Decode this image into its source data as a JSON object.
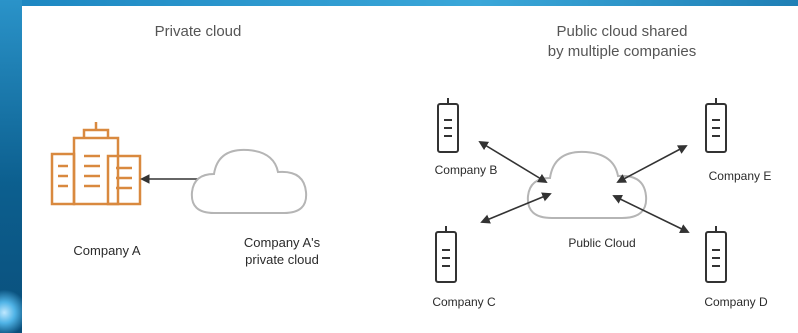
{
  "diagram": {
    "private_title": "Private cloud",
    "public_title": "Public cloud shared\nby multiple companies",
    "company_a": "Company A",
    "company_a_cloud": "Company A's\nprivate cloud",
    "company_b": "Company B",
    "company_c": "Company C",
    "company_d": "Company D",
    "company_e": "Company E",
    "public_cloud": "Public Cloud"
  },
  "colors": {
    "company_a_orange": "#d9893f",
    "icon_gray": "#333333",
    "cloud_stroke": "#b5b5b5",
    "frame_blue": "#0f5f8f"
  },
  "icons": [
    "buildings-icon",
    "building-icon",
    "cloud-icon",
    "arrow-icon"
  ]
}
